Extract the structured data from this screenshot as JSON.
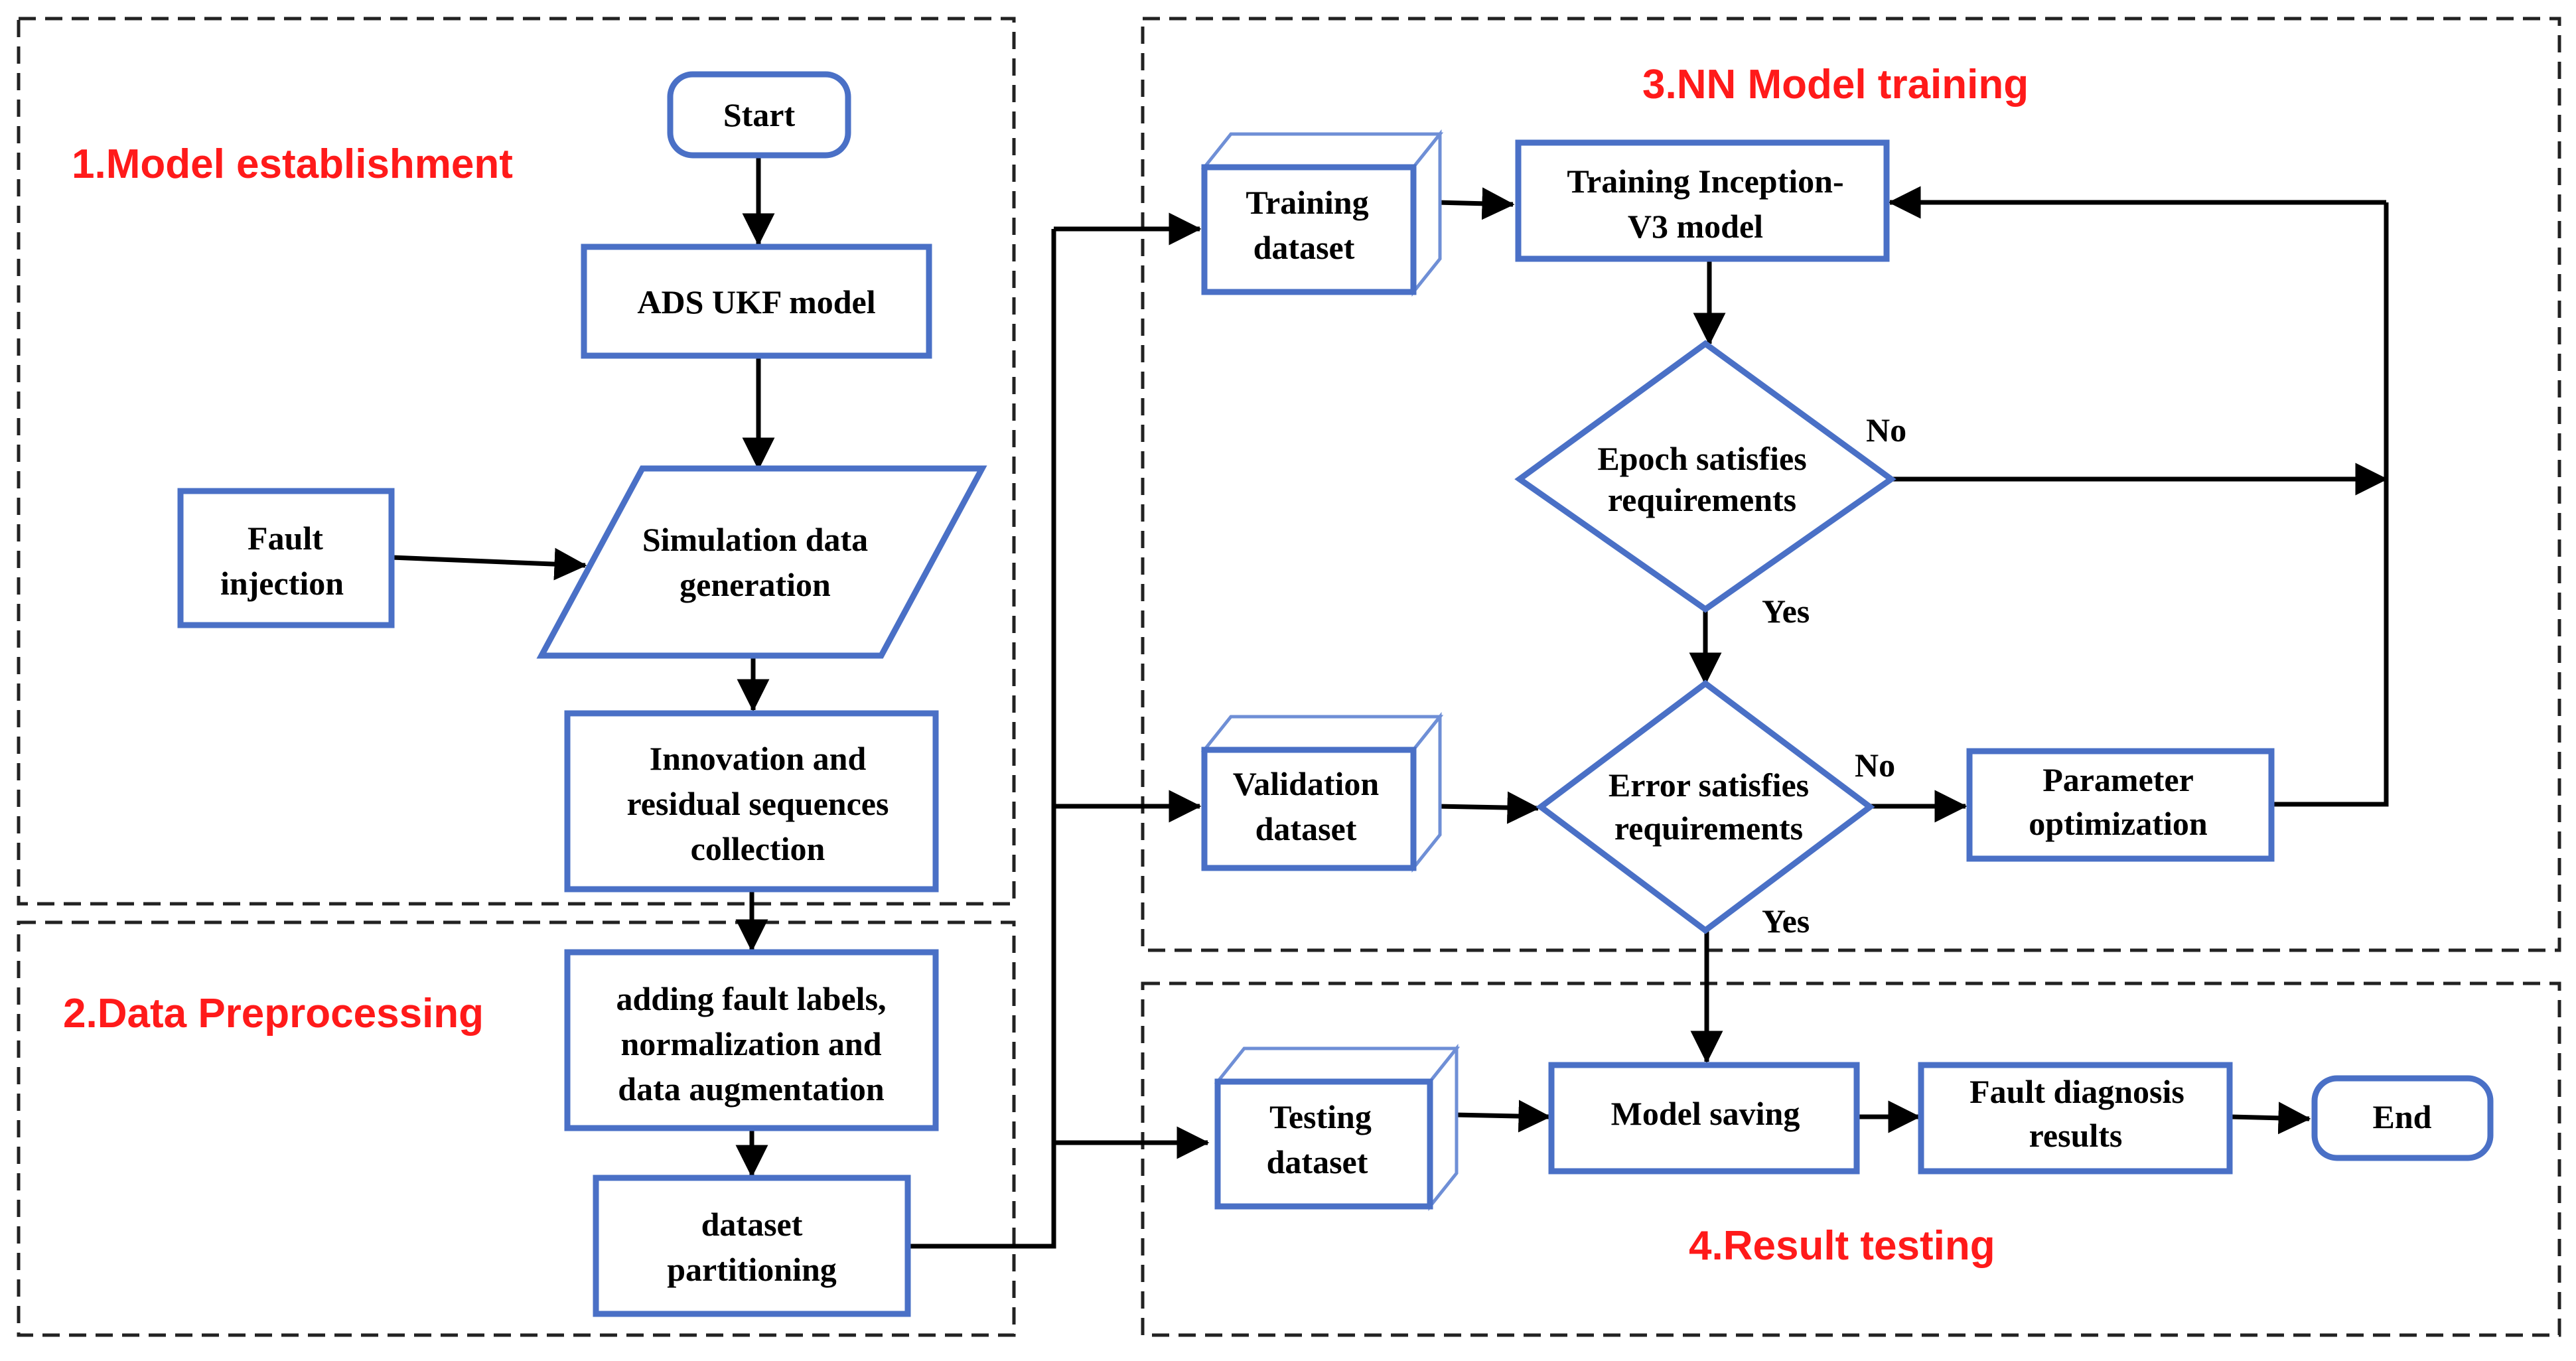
{
  "sections": {
    "model_establishment": "1.Model establishment",
    "data_preprocessing": "2.Data Preprocessing",
    "nn_training": "3.NN Model training",
    "result_testing": "4.Result testing"
  },
  "nodes": {
    "start": [
      "Start"
    ],
    "ads_ukf": [
      "ADS UKF model"
    ],
    "fault_injection": [
      "Fault",
      "injection"
    ],
    "simulation": [
      "Simulation data",
      "generation"
    ],
    "innovation": [
      "Innovation and",
      "residual sequences",
      "collection"
    ],
    "preprocess": [
      "adding fault labels,",
      "normalization and",
      "data augmentation"
    ],
    "partition": [
      "dataset",
      "partitioning"
    ],
    "training_dataset": [
      "Training",
      "dataset"
    ],
    "training_model": [
      "Training Inception-",
      "V3 model"
    ],
    "epoch_check": [
      "Epoch satisfies",
      "requirements"
    ],
    "validation_dataset": [
      "Validation",
      "dataset"
    ],
    "error_check": [
      "Error satisfies",
      "requirements"
    ],
    "param_opt": [
      "Parameter",
      "optimization"
    ],
    "testing_dataset": [
      "Testing",
      "dataset"
    ],
    "model_saving": [
      "Model saving"
    ],
    "fault_results": [
      "Fault diagnosis",
      "results"
    ],
    "end": [
      "End"
    ]
  },
  "branch_labels": {
    "epoch_no": "No",
    "epoch_yes": "Yes",
    "error_no": "No",
    "error_yes": "Yes"
  },
  "colors": {
    "box_border": "#4a70c6",
    "section_title": "#ff1a1a",
    "text": "#000000"
  }
}
